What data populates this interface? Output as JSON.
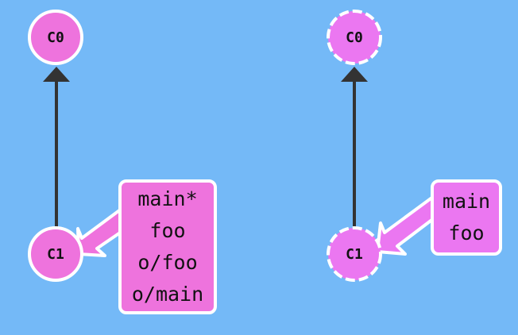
{
  "diagram": {
    "left_repo": {
      "commits": [
        {
          "id": "C0",
          "label": "C0",
          "dashed": false
        },
        {
          "id": "C1",
          "label": "C1",
          "dashed": false
        }
      ],
      "edges": [
        {
          "from": "C1",
          "to": "C0"
        }
      ],
      "branch_box": {
        "target": "C1",
        "branches": [
          "main*",
          "foo",
          "o/foo",
          "o/main"
        ]
      }
    },
    "right_repo": {
      "commits": [
        {
          "id": "C0",
          "label": "C0",
          "dashed": true
        },
        {
          "id": "C1",
          "label": "C1",
          "dashed": true
        }
      ],
      "edges": [
        {
          "from": "C1",
          "to": "C0"
        }
      ],
      "branch_box": {
        "target": "C1",
        "branches": [
          "main",
          "foo"
        ]
      }
    },
    "colors": {
      "background": "#74b9f7",
      "left_commit_fill": "#ee73dd",
      "right_commit_fill": "#eb77f1",
      "outline": "#ffffff",
      "edge": "#333333"
    }
  }
}
